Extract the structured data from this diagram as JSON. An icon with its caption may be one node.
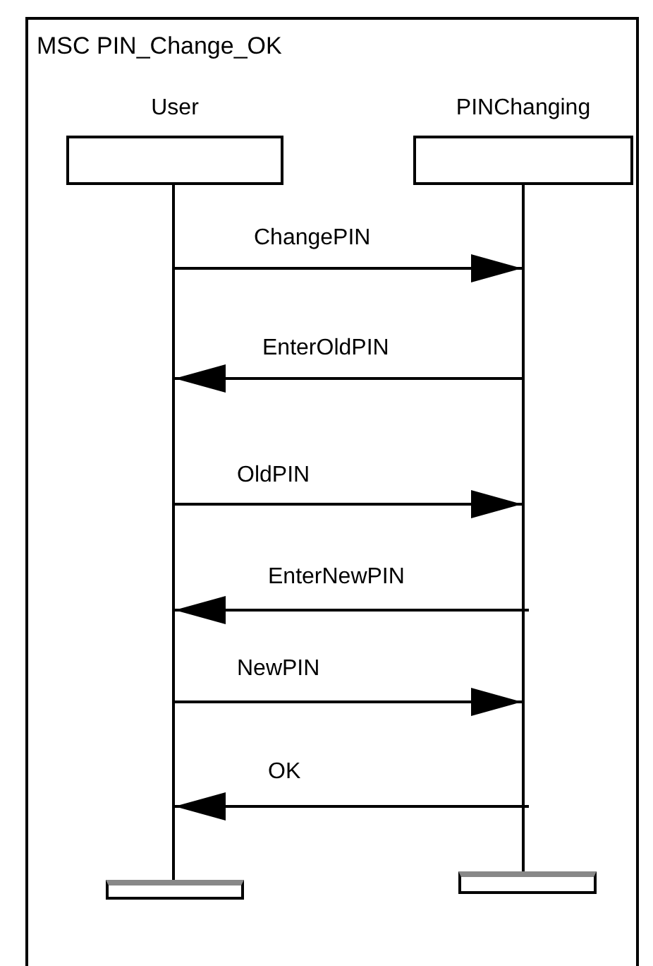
{
  "diagram": {
    "nodes": [
      {
        "text": [
          "MSC PIN_Change_OK"
        ]
      },
      {
        "text": [
          "User"
        ],
        "in": 0
      },
      {
        "text": [
          "PINChanging"
        ],
        "in": 0
      },
      {
        "text": [],
        "shape": "line",
        "in": 0
      },
      {
        "text": [],
        "shape": "line",
        "in": 0
      },
      {
        "text": [],
        "shape": "bar",
        "in": 0
      },
      {
        "text": [],
        "shape": "bar",
        "in": 0
      }
    ],
    "edges": [
      {
        "from": 3,
        "to": 4,
        "arrow": "to",
        "label": "ChangePIN"
      },
      {
        "from": 4,
        "to": 3,
        "arrow": "to",
        "label": "EnterOldPIN"
      },
      {
        "from": 3,
        "to": 4,
        "arrow": "to",
        "label": "OldPIN"
      },
      {
        "from": 4,
        "to": 3,
        "arrow": "to",
        "label": "EnterNewPIN"
      },
      {
        "from": 3,
        "to": 4,
        "arrow": "to",
        "label": "NewPIN"
      },
      {
        "from": 4,
        "to": 3,
        "arrow": "to",
        "label": "OK"
      }
    ]
  }
}
